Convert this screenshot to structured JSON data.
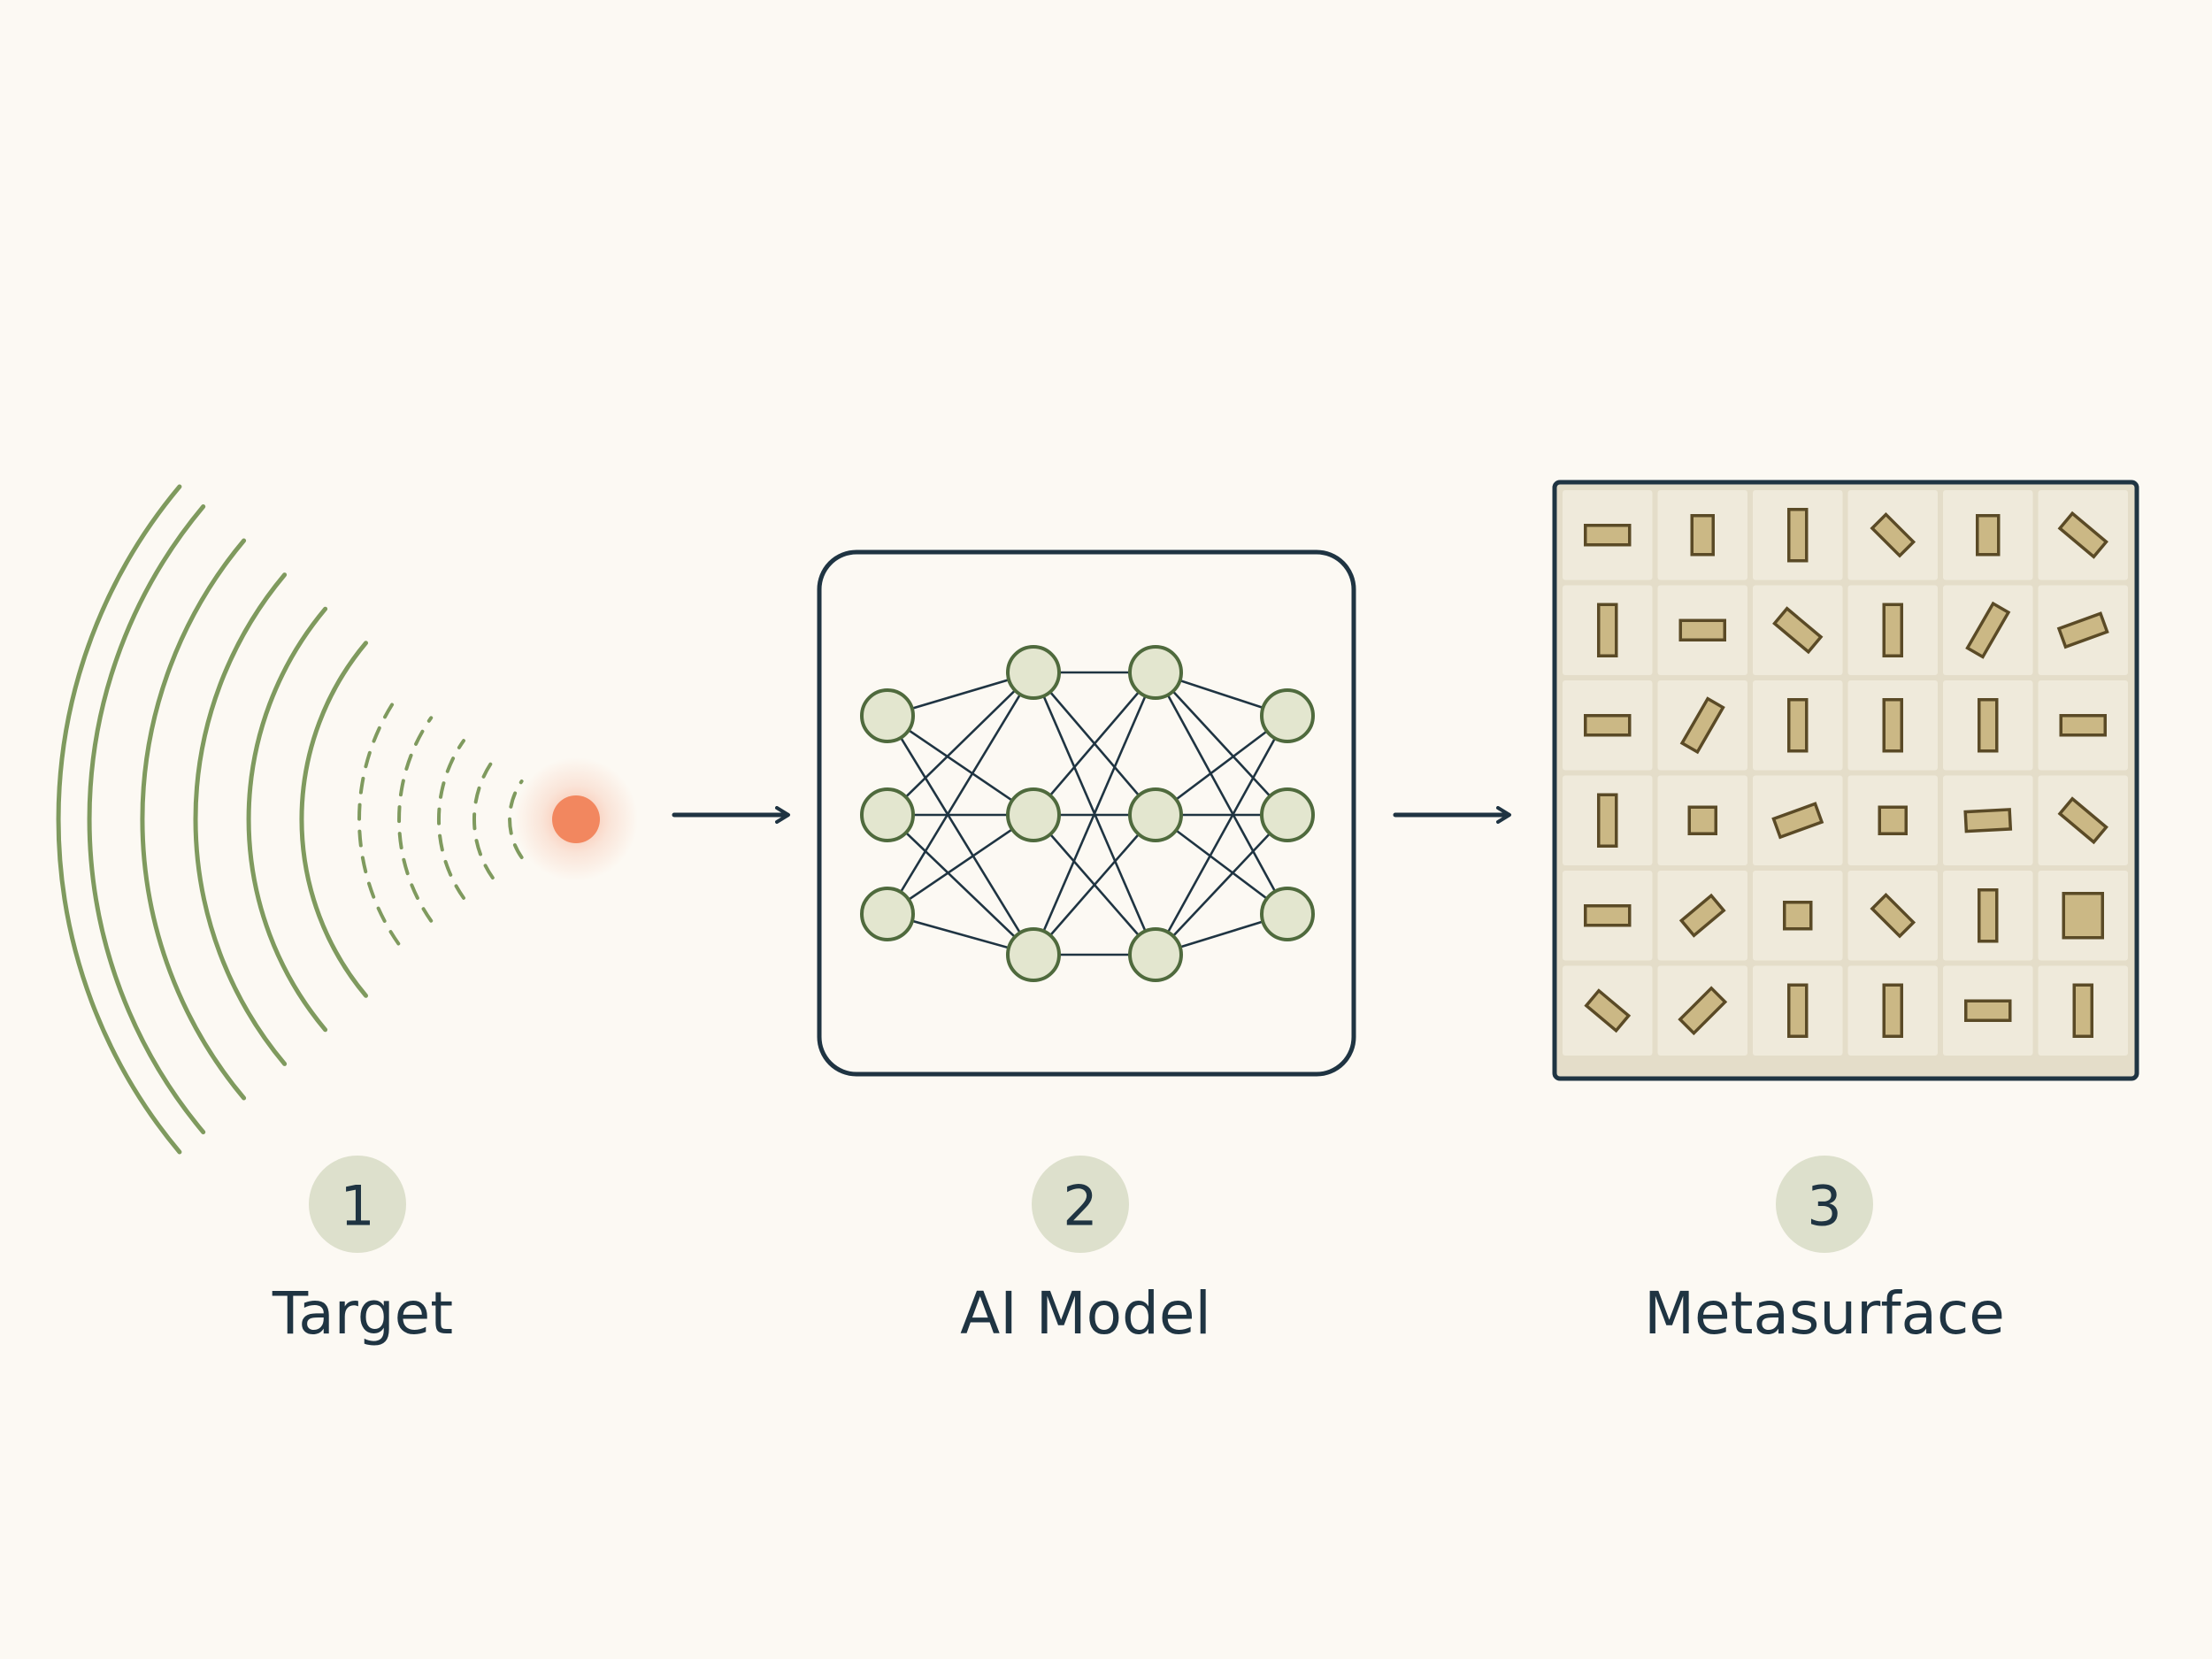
{
  "steps": [
    {
      "number": "1",
      "label": "Target"
    },
    {
      "number": "2",
      "label": "AI Model"
    },
    {
      "number": "3",
      "label": "Metasurface"
    }
  ],
  "colors": {
    "background": "#fcf9f3",
    "wave": "#7f9a5e",
    "source": "#f2875f",
    "node_fill": "#e3e6cf",
    "node_stroke": "#4f6a3d",
    "line": "#1f3442",
    "badge": "#dde0cc",
    "cell": "#efeadb",
    "element_fill": "#cbb885",
    "element_stroke": "#5a4a26"
  },
  "network": {
    "layers": [
      3,
      3,
      3,
      3
    ]
  },
  "metasurface": {
    "rows": 6,
    "cols": 6,
    "elements": [
      [
        {
          "shape": "h",
          "angle": 0
        },
        {
          "shape": "vs",
          "angle": 0
        },
        {
          "shape": "v",
          "angle": 0
        },
        {
          "shape": "hs",
          "angle": 45
        },
        {
          "shape": "vs",
          "angle": 0
        },
        {
          "shape": "h",
          "angle": 40
        }
      ],
      [
        {
          "shape": "v",
          "angle": 0
        },
        {
          "shape": "h",
          "angle": 0
        },
        {
          "shape": "h",
          "angle": 40
        },
        {
          "shape": "v",
          "angle": 0
        },
        {
          "shape": "v",
          "angle": 30
        },
        {
          "shape": "h",
          "angle": -20
        }
      ],
      [
        {
          "shape": "h",
          "angle": 0
        },
        {
          "shape": "v",
          "angle": 30
        },
        {
          "shape": "v",
          "angle": 0
        },
        {
          "shape": "v",
          "angle": 0
        },
        {
          "shape": "v",
          "angle": 0
        },
        {
          "shape": "h",
          "angle": 0
        }
      ],
      [
        {
          "shape": "v",
          "angle": 0
        },
        {
          "shape": "sq",
          "angle": 0
        },
        {
          "shape": "h",
          "angle": -20
        },
        {
          "shape": "sq",
          "angle": 0
        },
        {
          "shape": "h",
          "angle": -3
        },
        {
          "shape": "h",
          "angle": 40
        }
      ],
      [
        {
          "shape": "h",
          "angle": 0
        },
        {
          "shape": "hs",
          "angle": -40
        },
        {
          "shape": "sq",
          "angle": 0
        },
        {
          "shape": "hs",
          "angle": 45
        },
        {
          "shape": "v",
          "angle": 0
        },
        {
          "shape": "sqb",
          "angle": 0
        }
      ],
      [
        {
          "shape": "hs",
          "angle": 40
        },
        {
          "shape": "h",
          "angle": -45
        },
        {
          "shape": "v",
          "angle": 0
        },
        {
          "shape": "v",
          "angle": 0
        },
        {
          "shape": "h",
          "angle": 0
        },
        {
          "shape": "v",
          "angle": 0
        }
      ]
    ]
  }
}
